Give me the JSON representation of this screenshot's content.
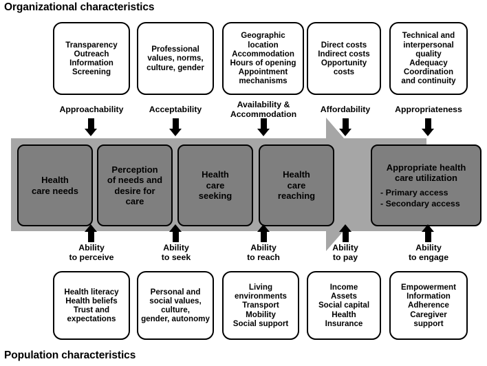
{
  "titles": {
    "top": "Organizational characteristics",
    "bottom": "Population characteristics"
  },
  "top_boxes": [
    {
      "text": "Transparency\nOutreach\nInformation\nScreening"
    },
    {
      "text": "Professional\nvalues, norms,\nculture, gender"
    },
    {
      "text": "Geographic\nlocation\nAccommodation\nHours of opening\nAppointment\nmechanisms"
    },
    {
      "text": "Direct costs\nIndirect costs\nOpportunity\ncosts"
    },
    {
      "text": "Technical and\ninterpersonal\nquality\nAdequacy\nCoordination\nand continuity"
    }
  ],
  "dimension_labels": [
    {
      "text": "Approachability"
    },
    {
      "text": "Acceptability"
    },
    {
      "text": "Availability &\nAccommodation"
    },
    {
      "text": "Affordability"
    },
    {
      "text": "Appropriateness"
    }
  ],
  "ability_labels": [
    {
      "text": "Ability\nto perceive"
    },
    {
      "text": "Ability\nto seek"
    },
    {
      "text": "Ability\nto reach"
    },
    {
      "text": "Ability\nto pay"
    },
    {
      "text": "Ability\nto engage"
    }
  ],
  "bottom_boxes": [
    {
      "text": "Health literacy\nHealth beliefs\nTrust and\nexpectations"
    },
    {
      "text": "Personal and\nsocial values, culture,\ngender, autonomy"
    },
    {
      "text": "Living\nenvironments\nTransport\nMobility\nSocial support"
    },
    {
      "text": "Income\nAssets\nSocial capital\nHealth\nInsurance"
    },
    {
      "text": "Empowerment\nInformation\nAdherence\nCaregiver\nsupport"
    }
  ],
  "stages": [
    {
      "text": "Health\ncare needs"
    },
    {
      "text": "Perception\nof needs and\ndesire for\ncare"
    },
    {
      "text": "Health\ncare\nseeking"
    },
    {
      "text": "Health\ncare\nreaching"
    }
  ],
  "outcome": {
    "title": "Appropriate health\ncare utilization",
    "items": "- Primary  access\n- Secondary  access"
  },
  "colors": {
    "band": "#a6a6a6",
    "stage": "#7f7f7f",
    "outline": "#000000",
    "background": "#ffffff"
  }
}
